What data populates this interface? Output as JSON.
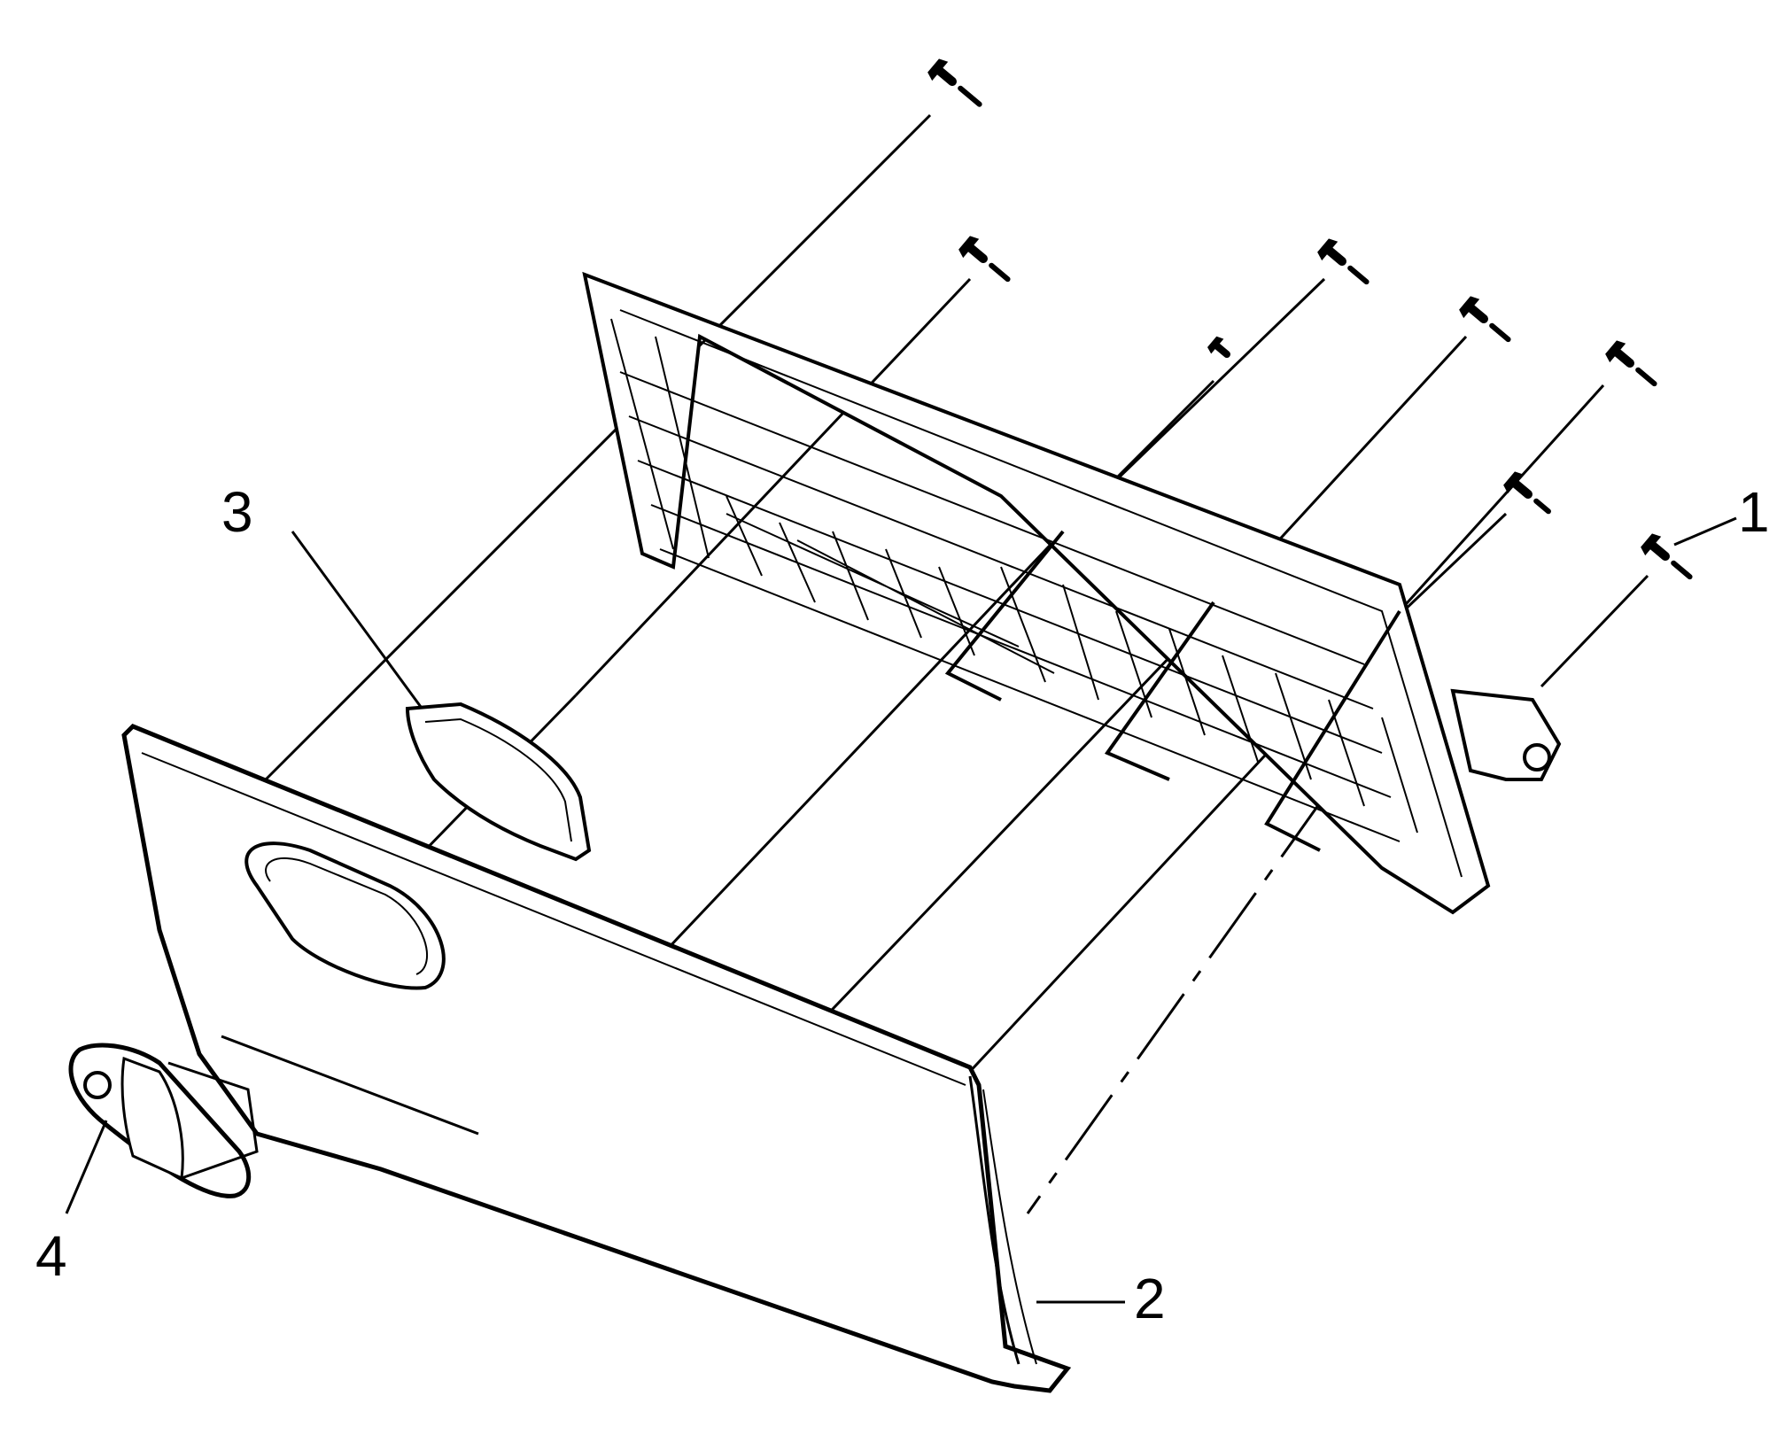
{
  "diagram": {
    "style": "black-and-white exploded line drawing",
    "callouts": [
      {
        "id": "1",
        "label": "1"
      },
      {
        "id": "2",
        "label": "2"
      },
      {
        "id": "3",
        "label": "3"
      },
      {
        "id": "4",
        "label": "4"
      }
    ],
    "parts": [
      {
        "name": "screws",
        "count": 8
      },
      {
        "name": "glove-box-door-liner"
      },
      {
        "name": "glove-box-door-outer-panel"
      },
      {
        "name": "latch-bezel"
      },
      {
        "name": "latch-assembly"
      }
    ],
    "colors": {
      "line": "#000000",
      "background": "#ffffff",
      "panel-fill": "#ffffff"
    }
  }
}
